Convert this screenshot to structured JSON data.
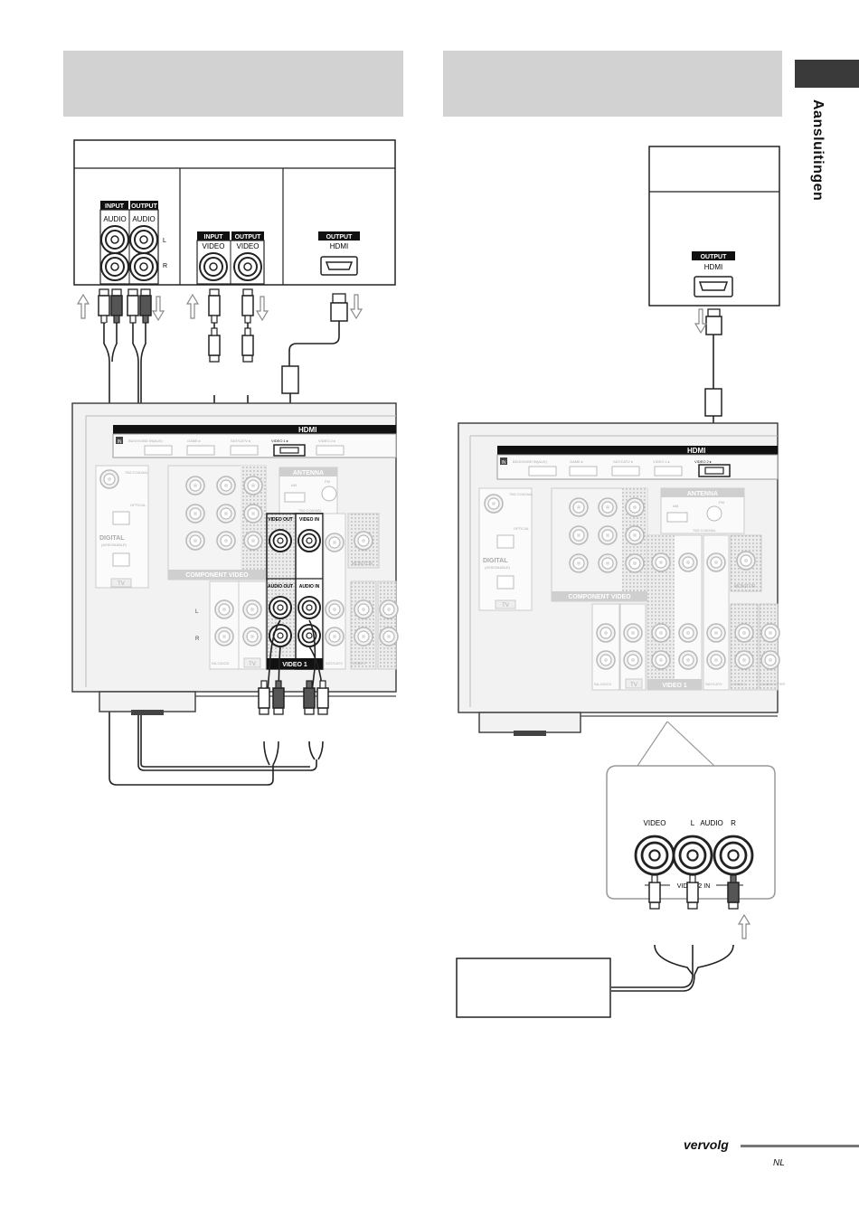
{
  "side_tab": {
    "label": "Aansluitingen"
  },
  "footer": {
    "continued": "vervolg",
    "lang": "NL"
  },
  "left": {
    "labels": {
      "input": "INPUT",
      "output": "OUTPUT",
      "audio": "AUDIO",
      "video": "VIDEO",
      "hdmi": "HDMI",
      "l": "L",
      "r": "R"
    }
  },
  "receiver": {
    "hdmi_title": "HDMI",
    "hdmi_in": "IN",
    "hdmi_ports": [
      "BD/DVD/BD IN(AUX)",
      "GAME ▸",
      "SAT/CATV ▸",
      "VIDEO 1 ▸",
      "VIDEO 2 ▸"
    ],
    "antenna": "ANTENNA",
    "am": "AM",
    "fm": "FM",
    "coaxial": "75Ω COAXIAL",
    "digital": "DIGITAL",
    "assignable": "(ASSIGNABLE)",
    "optical": "OPTICAL",
    "tv": "TV",
    "component_video": "COMPONENT VIDEO",
    "video_out": "VIDEO OUT",
    "video_in": "VIDEO IN",
    "audio_out": "AUDIO OUT",
    "audio_in": "AUDIO IN",
    "monitor": "MONITOR",
    "sa_cd": "SA-CD/CD",
    "video1": "VIDEO 1",
    "sat_catv": "SAT/CATV",
    "zone2": "ZONE 2",
    "subwoofer": "SUBWOOFER"
  },
  "right": {
    "labels": {
      "output": "OUTPUT",
      "hdmi": "HDMI"
    },
    "front_panel": {
      "video": "VIDEO",
      "l": "L",
      "audio": "AUDIO",
      "r": "R",
      "video2_in": "VIDEO 2 IN"
    }
  }
}
